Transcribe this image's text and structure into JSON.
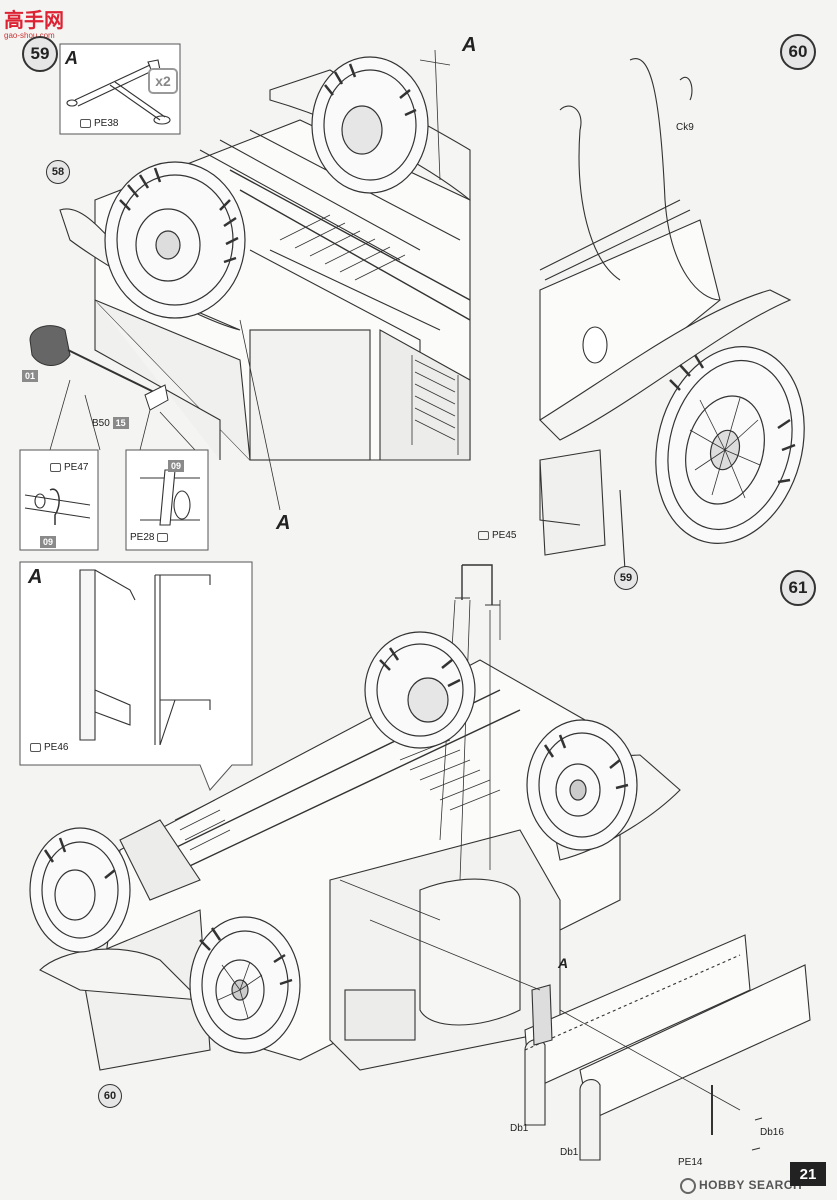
{
  "watermark": {
    "logo_text": "高手网",
    "url_text": "gao-shou.com"
  },
  "steps": {
    "s58": "58",
    "s59": "59",
    "s60": "60",
    "s61": "61"
  },
  "callouts": {
    "c59": "59",
    "c60": "60"
  },
  "detail_letter": "A",
  "multiplier": "x2",
  "parts": {
    "pe38": "PE38",
    "pe47": "PE47",
    "pe28": "PE28",
    "pe45": "PE45",
    "pe46": "PE46",
    "pe14": "PE14",
    "ck9": "Ck9",
    "b50": "B50",
    "db16": "Db16",
    "db1a": "Db1",
    "db1b": "Db1"
  },
  "part_tags": {
    "t01": "01",
    "t15": "15",
    "t09a": "09",
    "t09b": "09"
  },
  "page_number": "21",
  "footer_brand": "HOBBY SEARCH"
}
